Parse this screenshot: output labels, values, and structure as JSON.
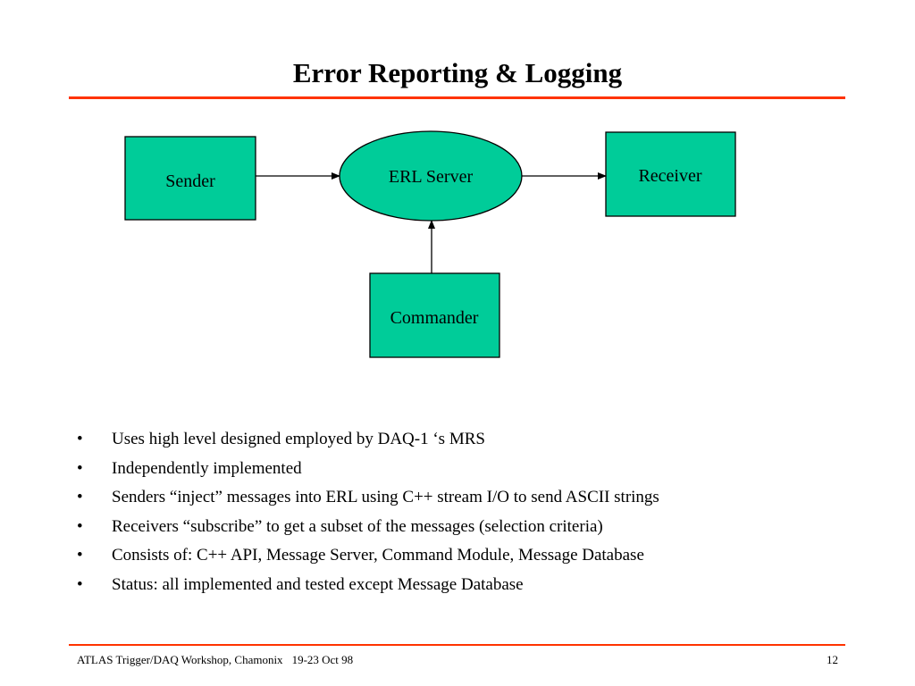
{
  "slide": {
    "title": "Error Reporting & Logging"
  },
  "diagram": {
    "nodes": {
      "sender": "Sender",
      "erl_server": "ERL Server",
      "receiver": "Receiver",
      "commander": "Commander"
    },
    "colors": {
      "node_fill": "#00cc99",
      "rule": "#ff3300"
    }
  },
  "bullets": [
    "Uses high level designed employed by DAQ-1 ‘s MRS",
    "Independently implemented",
    "Senders “inject” messages into ERL using C++ stream I/O to send ASCII strings",
    "Receivers “subscribe” to get a subset of the messages (selection criteria)",
    "Consists of: C++ API, Message Server, Command Module, Message Database",
    "Status: all implemented and tested except Message Database"
  ],
  "bullet_glyph": "•",
  "footer": {
    "event": "ATLAS Trigger/DAQ Workshop, Chamonix",
    "dates": "19-23 Oct 98",
    "page": "12"
  }
}
